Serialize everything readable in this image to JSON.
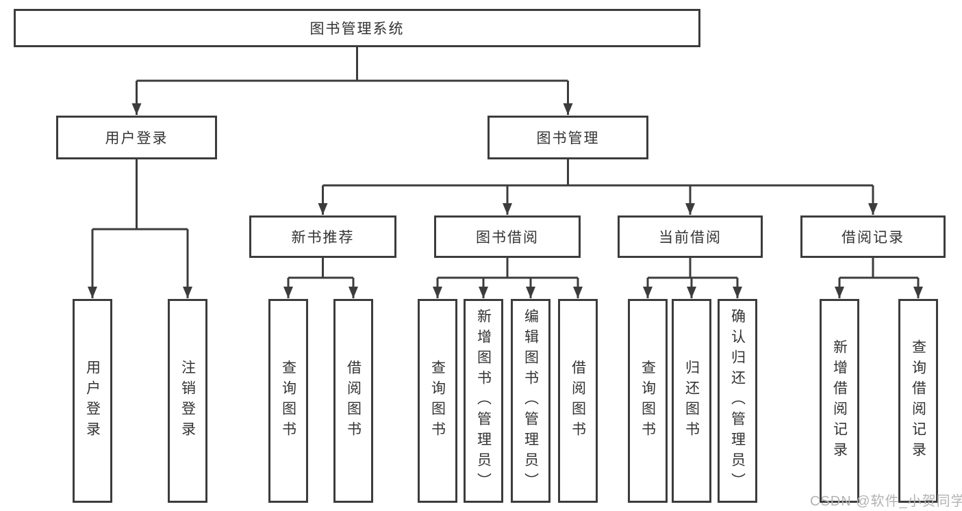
{
  "diagram": {
    "title": "图书管理系统",
    "user_login": {
      "label": "用户登录",
      "children": {
        "login": "用户登录",
        "logout": "注销登录"
      }
    },
    "book_mgmt": {
      "label": "图书管理",
      "sections": {
        "new_books": {
          "label": "新书推荐",
          "children": {
            "query": "查询图书",
            "borrow": "借阅图书"
          }
        },
        "borrowing": {
          "label": "图书借阅",
          "children": {
            "query": "查询图书",
            "add": "新增图书（管理员）",
            "edit": "编辑图书（管理员）",
            "borrow": "借阅图书"
          }
        },
        "current": {
          "label": "当前借阅",
          "children": {
            "query": "查询图书",
            "return": "归还图书",
            "confirm": "确认归还（管理员）"
          }
        },
        "records": {
          "label": "借阅记录",
          "children": {
            "add": "新增借阅记录",
            "query": "查询借阅记录"
          }
        }
      }
    }
  },
  "watermark": "CSDN @软件_小贺同学",
  "colors": {
    "line": "#3c3c3c",
    "text": "#333333",
    "box_fill": "#ffffff",
    "watermark": "#b3b3b3"
  }
}
